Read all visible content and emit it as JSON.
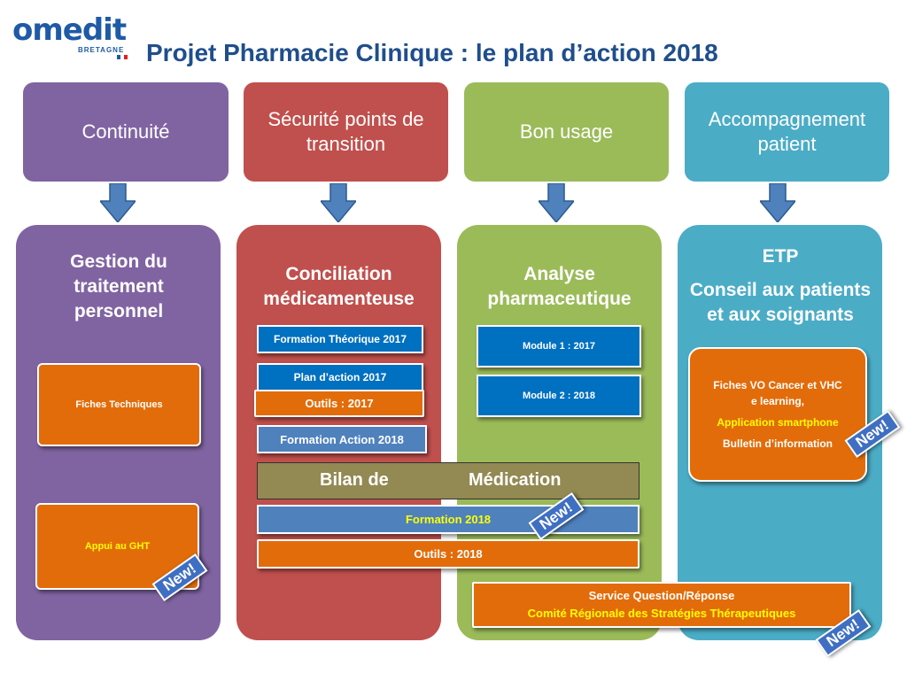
{
  "logo": {
    "brand": "omedit",
    "region": "BRETAGNE"
  },
  "title": "Projet Pharmacie Clinique : le plan d’action 2018",
  "categories": [
    "Continuité",
    "Sécurité points de transition",
    "Bon usage",
    "Accompagnement patient"
  ],
  "columns": [
    {
      "title": "Gestion du traitement personnel"
    },
    {
      "title": "Conciliation médicamenteuse"
    },
    {
      "title": "Analyse pharmaceutique"
    },
    {
      "title": "ETP",
      "subtitle": "Conseil aux patients et aux soignants"
    }
  ],
  "col1": {
    "fiches": "Fiches Techniques",
    "appui": "Appui au GHT"
  },
  "col2": {
    "formation_theorique": "Formation Théorique 2017",
    "plan_action": "Plan d’action 2017",
    "outils_2017": "Outils : 2017",
    "formation_action": "Formation Action 2018"
  },
  "bilan": {
    "part1": "Bilan de",
    "part2": "Médication"
  },
  "formation_2018": "Formation 2018",
  "outils_2018": "Outils : 2018",
  "col3": {
    "module1": "Module 1 : 2017",
    "module2": "Module 2 : 2018"
  },
  "col4": {
    "line1": "Fiches VO Cancer et VHC",
    "line2": "e learning,",
    "line3": "Application smartphone",
    "line4": "Bulletin d’information"
  },
  "service": {
    "line1": "Service Question/Réponse",
    "line2": "Comité Régionale des Stratégies Thérapeutiques"
  },
  "badge": "New!",
  "colors": {
    "purple": "#8064a2",
    "red": "#c0504d",
    "green": "#9bbb59",
    "teal": "#4bacc6",
    "orange": "#e36c0a",
    "olive": "#938953",
    "blue": "#0070c0",
    "steel": "#4f81bd"
  }
}
